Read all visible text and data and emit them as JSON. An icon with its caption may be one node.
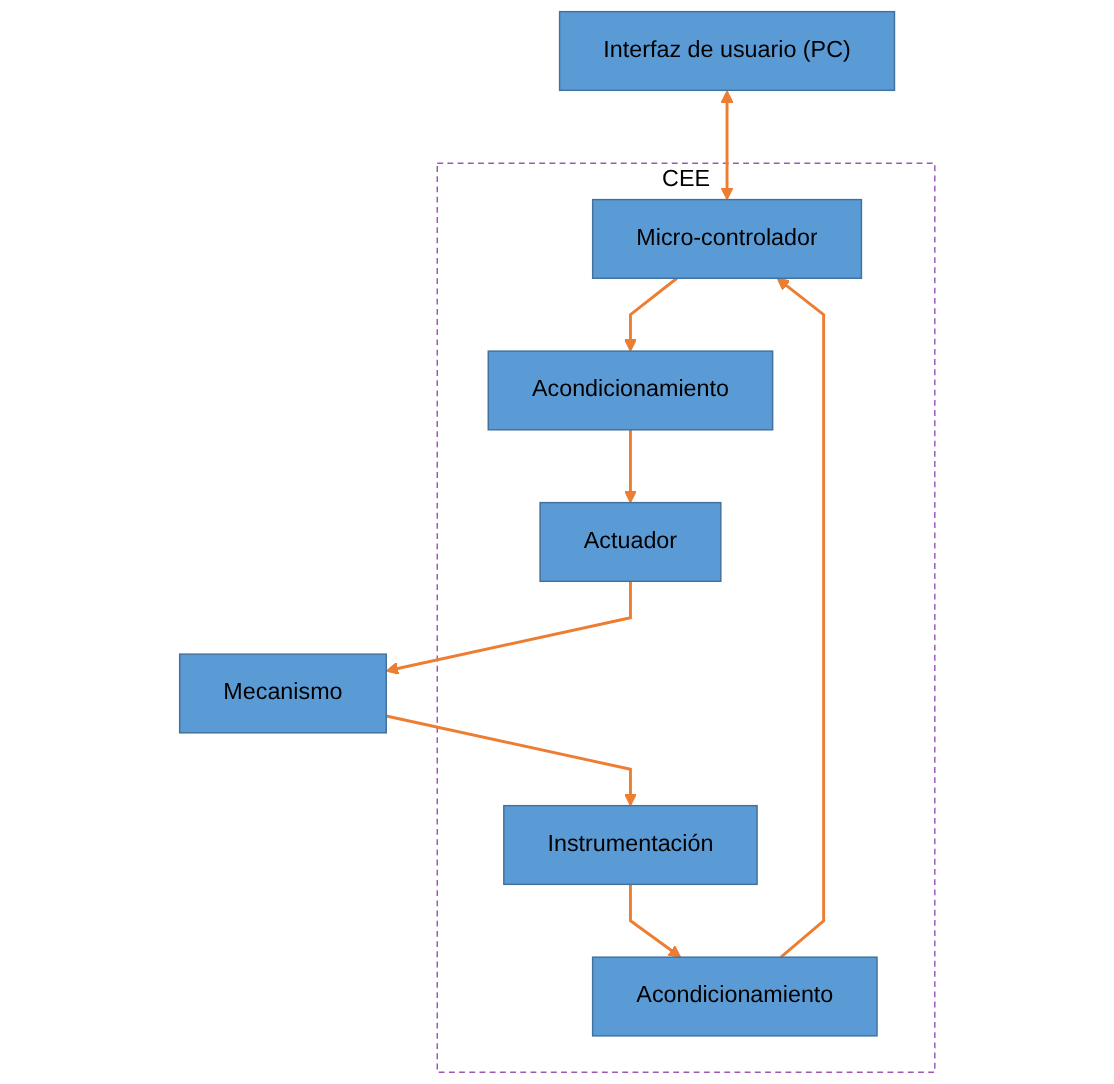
{
  "diagram": {
    "nodes": [
      {
        "text": [
          "Interfaz de usuario (PC)"
        ]
      },
      {
        "text": [
          "CEE"
        ]
      },
      {
        "text": [
          "Micro-controlador"
        ],
        "in": 1
      },
      {
        "text": [
          "Acondicionamiento"
        ],
        "in": 1
      },
      {
        "text": [
          "Acondicionamiento"
        ],
        "in": 1
      },
      {
        "text": [
          "Instrumentación"
        ],
        "in": 1
      },
      {
        "text": [
          "Actuador"
        ],
        "in": 1
      },
      {
        "text": [
          "Mecanismo"
        ]
      }
    ],
    "edges": [
      {
        "from": 0,
        "to": 2,
        "arrow": "both"
      },
      {
        "from": 3,
        "to": 2,
        "arrow": "to"
      },
      {
        "from": 2,
        "to": 4,
        "arrow": "to"
      },
      {
        "from": 4,
        "to": 6,
        "arrow": "to"
      },
      {
        "from": 6,
        "to": 7,
        "arrow": "to"
      },
      {
        "from": 7,
        "to": 5,
        "arrow": "to"
      },
      {
        "from": 5,
        "to": 3,
        "arrow": "to"
      }
    ]
  }
}
